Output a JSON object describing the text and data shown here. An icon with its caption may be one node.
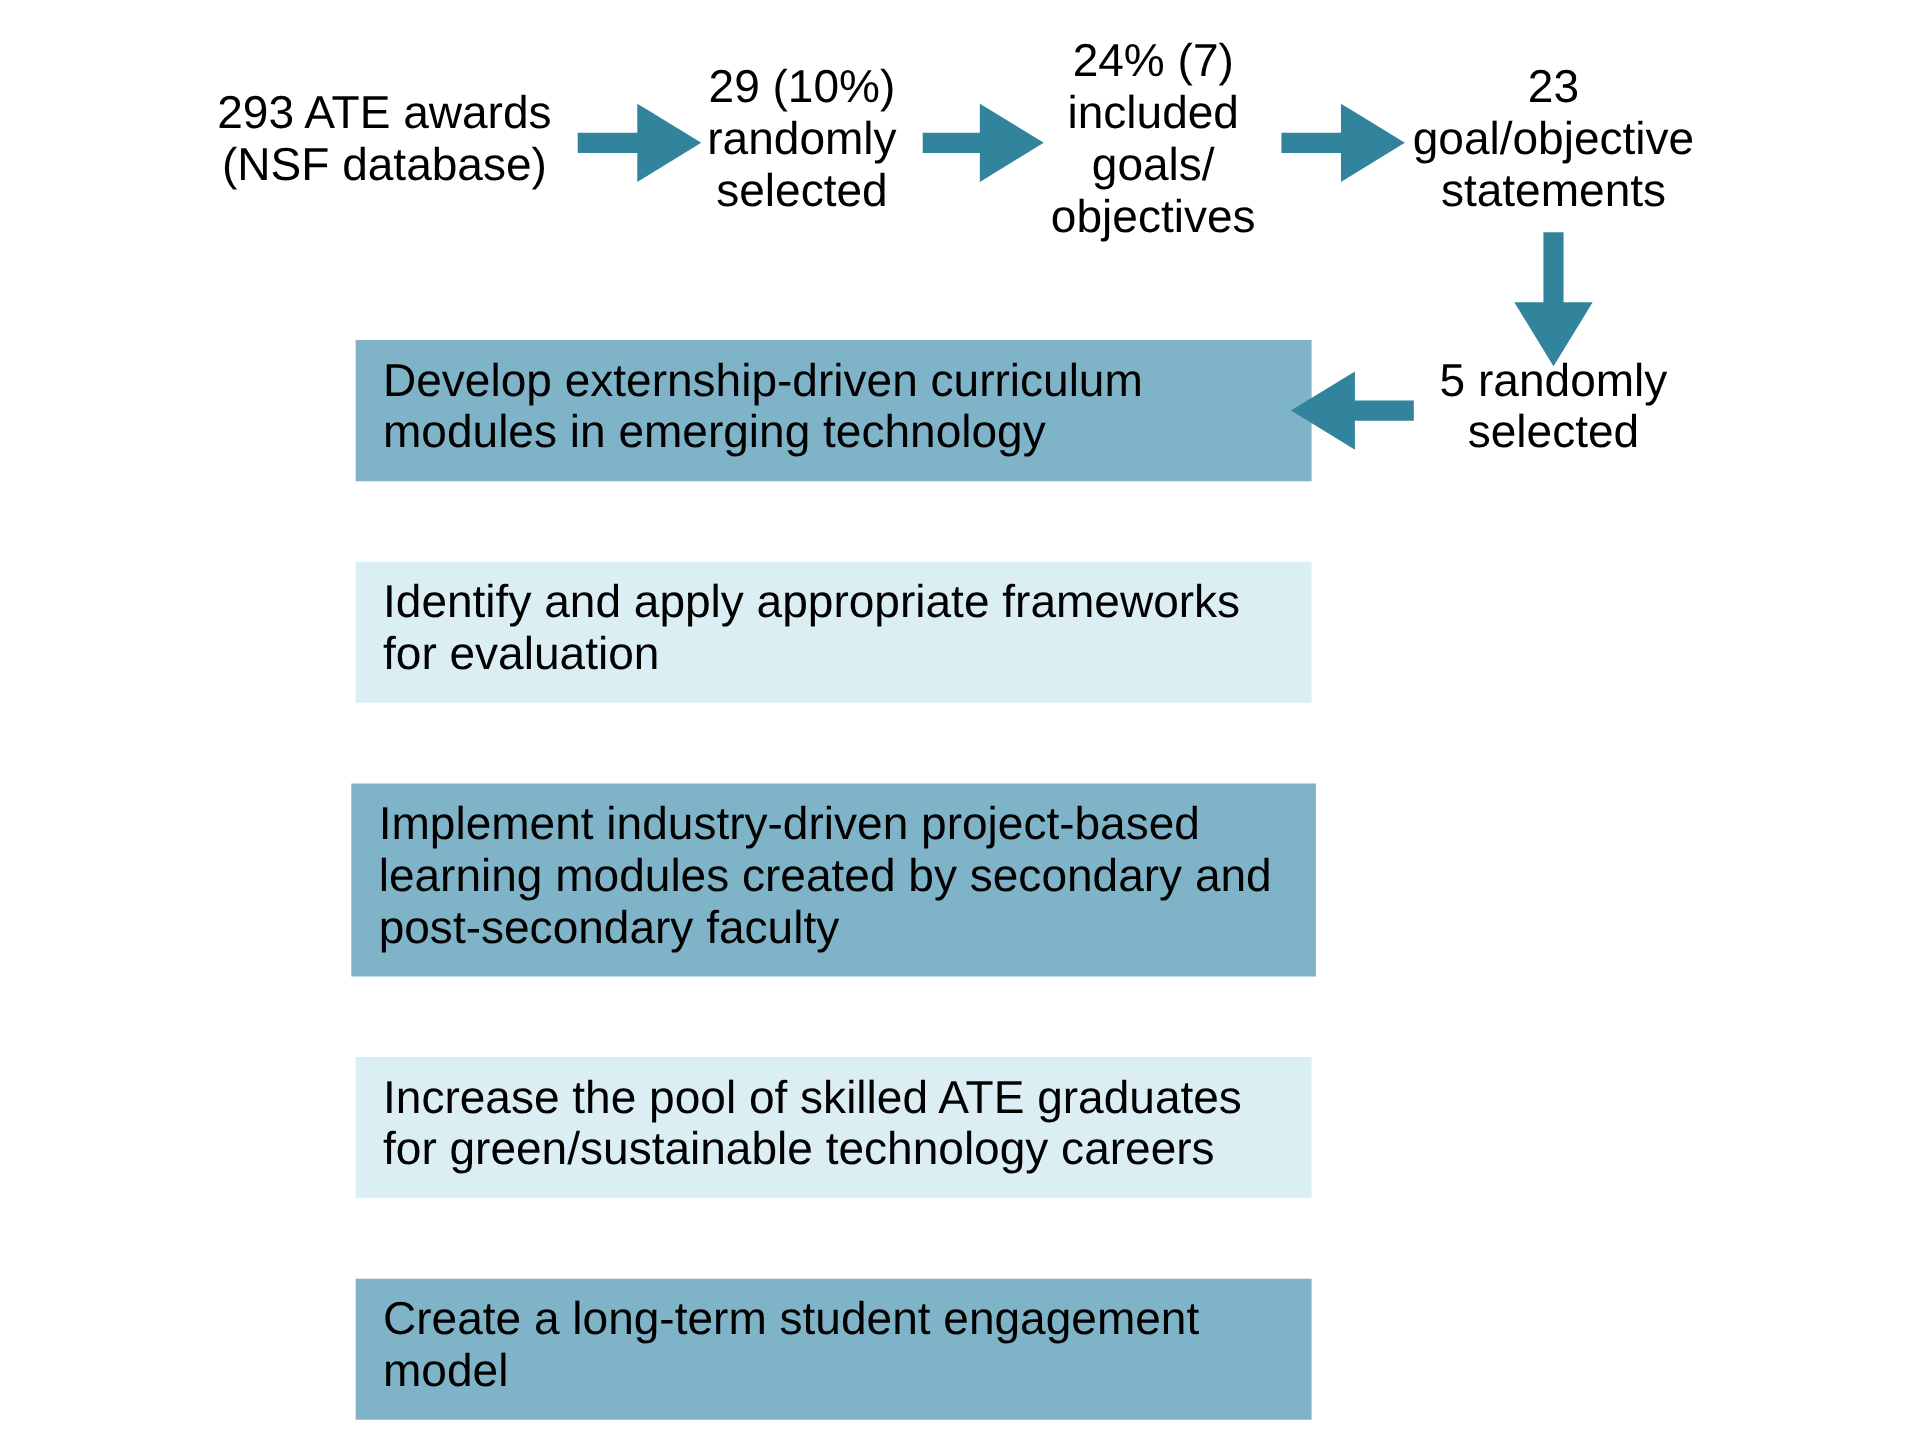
{
  "diagram": {
    "nodes": [
      {
        "text": [
          "293 ATE awards (NSF database)"
        ]
      },
      {
        "text": [
          "29 (10%) randomly selected"
        ]
      },
      {
        "text": [
          "24% (7) included goals/ objectives"
        ]
      },
      {
        "text": [
          "23 goal/objective statements"
        ]
      },
      {
        "text": [
          "5 randomly selected"
        ]
      },
      {
        "text": [
          "Develop externship-driven curriculum modules in emerging technology"
        ]
      },
      {
        "text": [
          "Identify and apply appropriate frameworks for evaluation"
        ]
      },
      {
        "text": [
          "Implement industry-driven project-based learning modules created by secondary and post-secondary faculty"
        ]
      },
      {
        "text": [
          "Increase the pool of skilled ATE graduates for green/sustainable technology careers"
        ]
      },
      {
        "text": [
          "Create a long-term student engagement model"
        ]
      }
    ],
    "edges": [
      {
        "from": 0,
        "to": 1,
        "arrow": "to"
      },
      {
        "from": 1,
        "to": 2,
        "arrow": "to"
      },
      {
        "from": 2,
        "to": 3,
        "arrow": "to"
      },
      {
        "from": 3,
        "to": 4,
        "arrow": "to"
      },
      {
        "from": 4,
        "to": 5,
        "arrow": "to"
      }
    ]
  }
}
